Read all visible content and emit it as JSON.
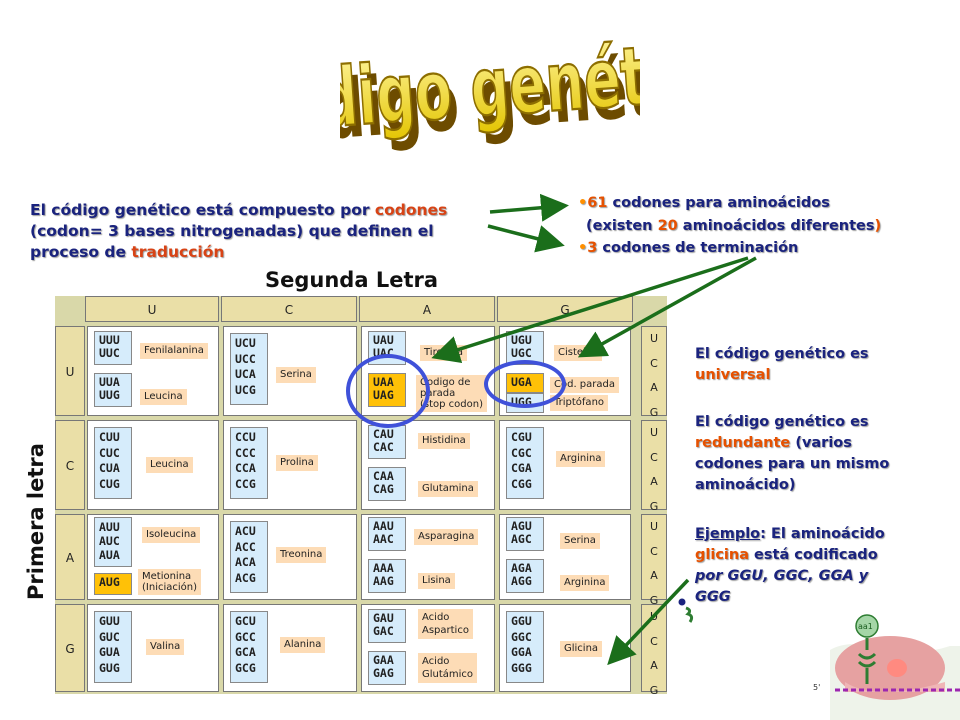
{
  "title": "Código genético",
  "intro": {
    "line1_a": "El código genético está compuesto por ",
    "line1_b": "codones",
    "line2": "(codon= 3 bases nitrogenadas) que definen el",
    "line3_a": "proceso de ",
    "line3_b": "traducción"
  },
  "bullets": {
    "b1_dot": "•",
    "b1_num": "61",
    "b1_text": " codones para aminoácidos",
    "b1b_a": "(existen ",
    "b1b_num": "20",
    "b1b_b": " aminoácidos diferentes",
    "b1b_c": ")",
    "b2_dot": "•",
    "b2_num": "3",
    "b2_text": " codones de terminación"
  },
  "side": {
    "p1_a": "El código genético es",
    "p1_b": "universal",
    "p2_a": "El código genético es",
    "p2_b": "redundante",
    "p2_c": " (varios",
    "p2_d": "codones para un mismo",
    "p2_e": "aminoácido)",
    "p3_a": "Ejemplo",
    "p3_b": ": El aminoácido",
    "p3_c": "glicina",
    "p3_d": " está codificado",
    "p3_e": "por GGU, GGC, GGA y",
    "p3_f": "GGG"
  },
  "table": {
    "second_letter_label": "Segunda Letra",
    "first_letter_label": "Primera letra",
    "col_heads": [
      "U",
      "C",
      "A",
      "G"
    ],
    "row_heads": [
      "U",
      "C",
      "A",
      "G"
    ],
    "third_letters": [
      "U",
      "C",
      "A",
      "G"
    ],
    "codons": {
      "UU1": "UUU\nUUC",
      "UU2": "UUA\nUUG",
      "UC1": "UCU\nUCC\nUCA\nUCG",
      "UA1": "UAU\nUAC",
      "UA2": "UAA\nUAG",
      "UG1": "UGU\nUGC",
      "UG2": "UGA",
      "UG3": "UGG",
      "CU1": "CUU\nCUC\nCUA\nCUG",
      "CC1": "CCU\nCCC\nCCA\nCCG",
      "CA1": "CAU\nCAC",
      "CA2": "CAA\nCAG",
      "CG1": "CGU\nCGC\nCGA\nCGG",
      "AU1": "AUU\nAUC\nAUA",
      "AU2": "AUG",
      "AC1": "ACU\nACC\nACA\nACG",
      "AA1": "AAU\nAAC",
      "AA2": "AAA\nAAG",
      "AG1": "AGU\nAGC",
      "AG2": "AGA\nAGG",
      "GU1": "GUU\nGUC\nGUA\nGUG",
      "GC1": "GCU\nGCC\nGCA\nGCG",
      "GA1": "GAU\nGAC",
      "GA2": "GAA\nGAG",
      "GG1": "GGU\nGGC\nGGA\nGGG"
    },
    "aminoacids": {
      "phe": "Fenilalanina",
      "leu1": "Leucina",
      "ser1": "Serina",
      "tyr": "Tirosina",
      "stop1": "Codigo de\nparada\n(stop codon)",
      "cys": "Cisteina",
      "stop2": "Cod. parada",
      "trp": "Triptófano",
      "leu2": "Leucina",
      "pro": "Prolina",
      "his": "Histidina",
      "gln": "Glutamina",
      "arg1": "Arginina",
      "ile": "Isoleucina",
      "met": "Metionina\n(Iniciación)",
      "thr": "Treonina",
      "asn": "Asparagina",
      "lys": "Lisina",
      "ser2": "Serina",
      "arg2": "Arginina",
      "val": "Valina",
      "ala": "Alanina",
      "asp": "Acido\nAspartico",
      "glu": "Acido\nGlutámico",
      "gly": "Glicina"
    }
  },
  "ribosome_label": "aa1",
  "mrna_label": "5'",
  "colors": {
    "text": "#1a237e",
    "accent": "#e65100",
    "arrow": "#1b6e1b",
    "ring": "#3f51d9",
    "highlight": "#ffc107"
  }
}
